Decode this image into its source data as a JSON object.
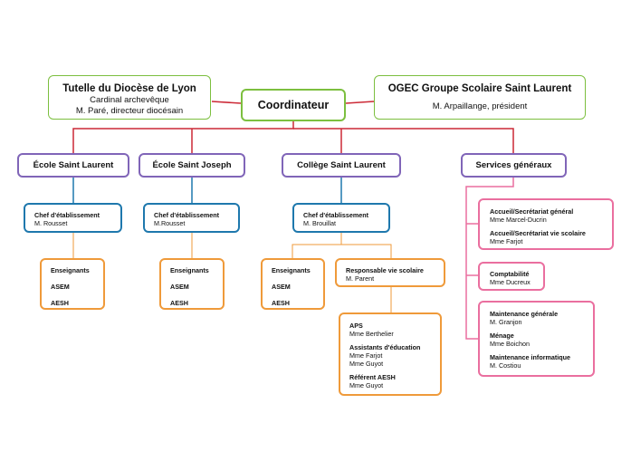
{
  "colors": {
    "green": "#7cbf3f",
    "red": "#cc2936",
    "purple": "#8065b8",
    "blue": "#1e78ad",
    "orange": "#ef9a3a",
    "pink": "#ea6f9f"
  },
  "tutelle": {
    "title": "Tutelle du Diocèse de Lyon",
    "line1": "Cardinal archevêque",
    "line2": "M. Paré, directeur diocésain"
  },
  "coordinateur": {
    "title": "Coordinateur"
  },
  "ogec": {
    "title": "OGEC Groupe Scolaire Saint Laurent",
    "line1": "M. Arpaillange, président"
  },
  "schools": [
    {
      "name": "École Saint Laurent",
      "chef": {
        "title": "Chef d'établissement",
        "name": "M. Rousset"
      },
      "staff": [
        "Enseignants",
        "ASEM",
        "AESH"
      ]
    },
    {
      "name": "École Saint Joseph",
      "chef": {
        "title": "Chef d'établissement",
        "name": "M.Rousset"
      },
      "staff": [
        "Enseignants",
        "ASEM",
        "AESH"
      ]
    },
    {
      "name": "Collège Saint Laurent",
      "chef": {
        "title": "Chef d'établissement",
        "name": "M. Brouillat"
      },
      "staff": [
        "Enseignants",
        "ASEM",
        "AESH"
      ],
      "responsable": {
        "title": "Responsable vie scolaire",
        "name": "M. Parent"
      },
      "vie_scolaire": [
        {
          "title": "APS",
          "names": [
            "Mme Berthelier"
          ]
        },
        {
          "title": "Assistants d'éducation",
          "names": [
            "Mme Farjot",
            "Mme Guyot"
          ]
        },
        {
          "title": "Référent AESH",
          "names": [
            "Mme Guyot"
          ]
        }
      ]
    }
  ],
  "services": {
    "title": "Services généraux",
    "groups": [
      {
        "items": [
          {
            "title": "Accueil/Secrétariat général",
            "names": [
              "Mme Marcel-Ducrin"
            ]
          },
          {
            "title": "Accueil/Secrétariat vie scolaire",
            "names": [
              "Mme Farjot"
            ]
          }
        ]
      },
      {
        "items": [
          {
            "title": "Comptabilité",
            "names": [
              "Mme Ducreux"
            ]
          }
        ]
      },
      {
        "items": [
          {
            "title": "Maintenance générale",
            "names": [
              "M. Granjon"
            ]
          },
          {
            "title": "Ménage",
            "names": [
              "Mme Boichon"
            ]
          },
          {
            "title": "Maintenance informatique",
            "names": [
              "M. Costiou"
            ]
          }
        ]
      }
    ]
  }
}
